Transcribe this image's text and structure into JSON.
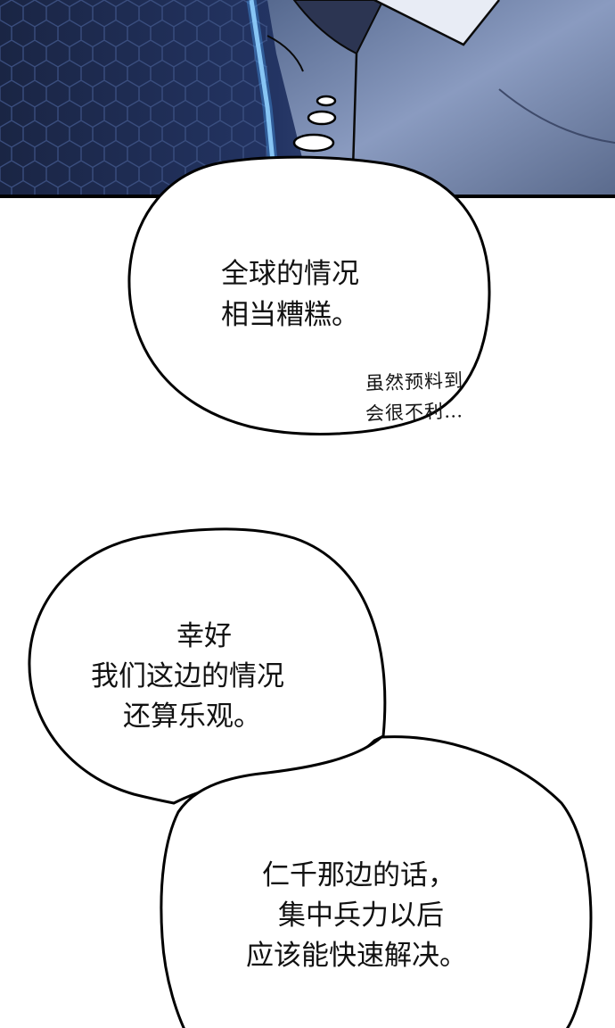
{
  "panel_top": {
    "colors": {
      "background_dark": "#1b2540",
      "background_light": "#6c7fa8",
      "hex_grid": "#3a4d7c",
      "glow_line": "#9fd8ff",
      "outline": "#000000"
    }
  },
  "bubbles": {
    "bubble_1": {
      "line_1": "全球的情况",
      "line_2": "相当糟糕。",
      "aside_line_1": "虽然预料到",
      "aside_line_2": "会很不利…"
    },
    "bubble_2": {
      "line_1": "幸好",
      "line_2": "我们这边的情况",
      "line_3": "还算乐观。"
    },
    "bubble_3": {
      "line_1": "仁千那边的话，",
      "line_2": "集中兵力以后",
      "line_3": "应该能快速解决。"
    }
  }
}
